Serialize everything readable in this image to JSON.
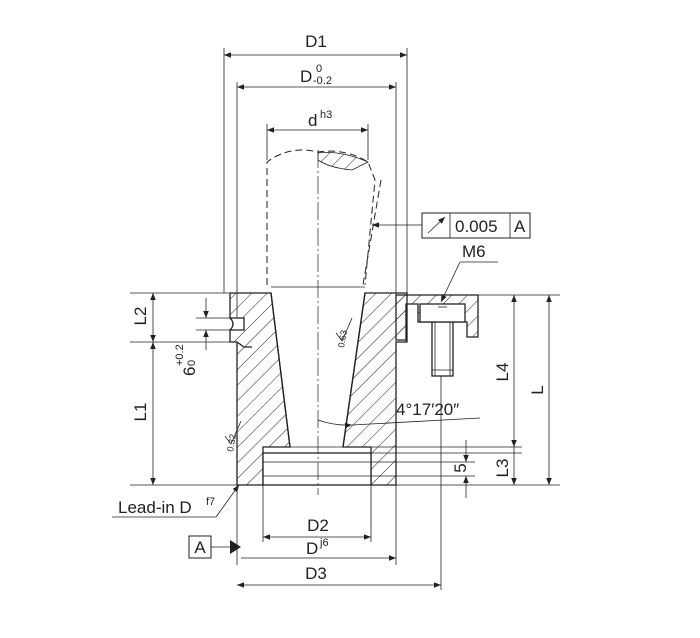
{
  "labels": {
    "d1": "D1",
    "d_main": "D",
    "d_main_tol_upper": "0",
    "d_main_tol_lower": "-0.2",
    "d_small": "d",
    "d_small_fit": "h3",
    "tolerance_value": "0.005",
    "datum_ref": "A",
    "screw": "M6",
    "l2": "L2",
    "l1": "L1",
    "groove": "6",
    "groove_tol_upper": "+0.2",
    "groove_tol_lower": "0",
    "l4": "L4",
    "l": "L",
    "l3": "L3",
    "five": "5",
    "angle": "4°17′20″",
    "rough1": "0.63",
    "rough2": "0.32",
    "leadin": "Lead-in D",
    "leadin_fit": "f7",
    "datum": "A",
    "d2": "D2",
    "d_j6": "D",
    "d_j6_fit": "j6",
    "d3": "D3"
  }
}
